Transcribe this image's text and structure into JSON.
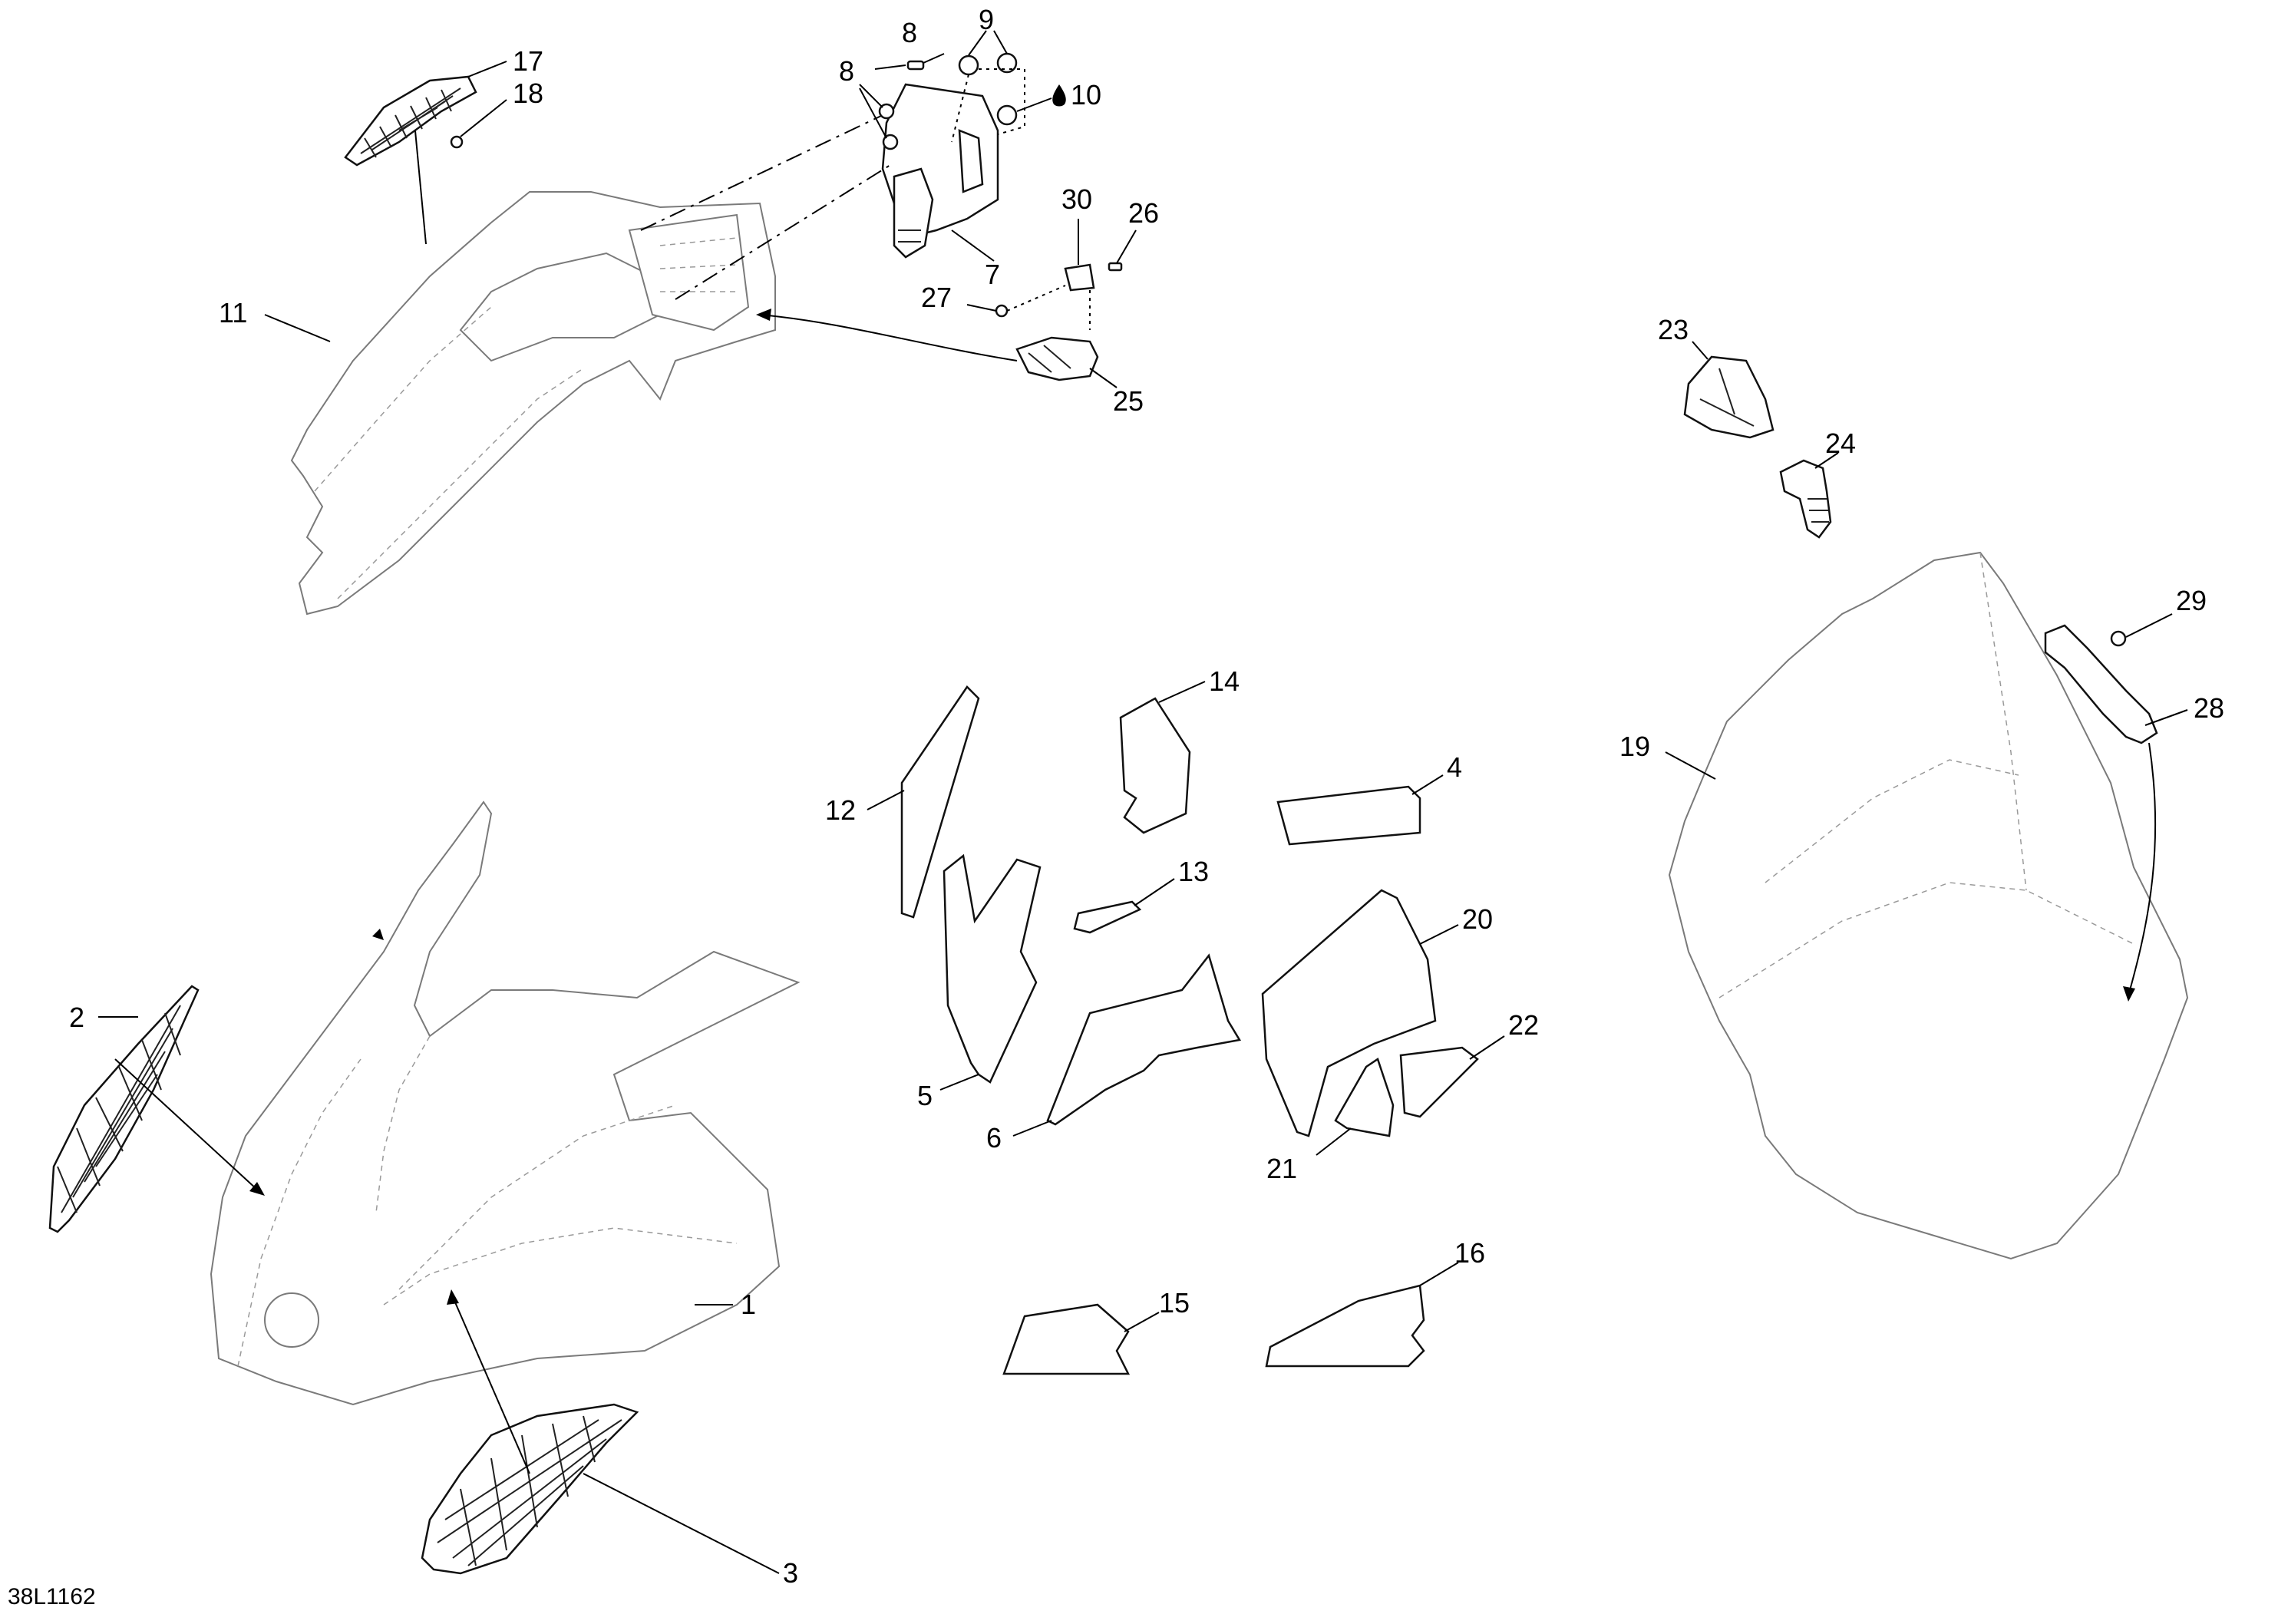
{
  "drawing_ref": "38L1162",
  "callouts": {
    "c1": "1",
    "c2": "2",
    "c3": "3",
    "c4": "4",
    "c5": "5",
    "c6": "6",
    "c7": "7",
    "c8a": "8",
    "c8b": "8",
    "c9": "9",
    "c10": "10",
    "c11": "11",
    "c12": "12",
    "c13": "13",
    "c14": "14",
    "c15": "15",
    "c16": "16",
    "c17": "17",
    "c18": "18",
    "c19": "19",
    "c20": "20",
    "c21": "21",
    "c22": "22",
    "c23": "23",
    "c24": "24",
    "c25": "25",
    "c26": "26",
    "c27": "27",
    "c28": "28",
    "c29": "29",
    "c30": "30"
  },
  "icons": {
    "c10_marker": "oil-drop-icon"
  }
}
